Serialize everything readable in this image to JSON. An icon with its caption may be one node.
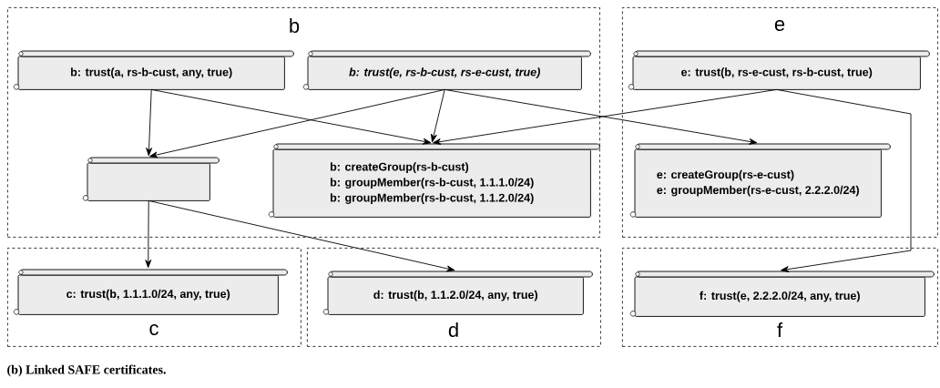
{
  "diagram": {
    "caption": "(b) Linked SAFE certificates.",
    "nodes": [
      {
        "text": [
          "b"
        ]
      },
      {
        "text": [
          "b: trust(a, rs-b-cust, any, true)"
        ],
        "in": 0
      },
      {
        "text": [
          "b: trust(e, rs-b-cust, rs-e-cust, true)"
        ],
        "in": 0
      },
      {
        "text": [],
        "shape": "scroll",
        "in": 0
      },
      {
        "text": [
          "b: createGroup(rs-b-cust)",
          "b: groupMember(rs-b-cust, 1.1.1.0/24)",
          "b: groupMember(rs-b-cust, 1.1.2.0/24)"
        ],
        "in": 0
      },
      {
        "text": [
          "e"
        ]
      },
      {
        "text": [
          "e: trust(b, rs-e-cust, rs-b-cust, true)"
        ],
        "in": 5
      },
      {
        "text": [
          "e: createGroup(rs-e-cust)",
          "e: groupMember(rs-e-cust, 2.2.2.0/24)"
        ],
        "in": 5
      },
      {
        "text": [
          "c"
        ]
      },
      {
        "text": [
          "c: trust(b, 1.1.1.0/24, any, true)"
        ],
        "in": 8
      },
      {
        "text": [
          "d"
        ]
      },
      {
        "text": [
          "d: trust(b, 1.1.2.0/24, any, true)"
        ],
        "in": 10
      },
      {
        "text": [
          "f"
        ]
      },
      {
        "text": [
          "f: trust(e, 2.2.2.0/24, any, true)"
        ],
        "in": 12
      }
    ],
    "edges": [
      {
        "from": 1,
        "to": 3,
        "arrow": "to"
      },
      {
        "from": 1,
        "to": 4,
        "arrow": "to"
      },
      {
        "from": 2,
        "to": 3,
        "arrow": "to"
      },
      {
        "from": 2,
        "to": 4,
        "arrow": "to"
      },
      {
        "from": 2,
        "to": 7,
        "arrow": "to"
      },
      {
        "from": 6,
        "to": 4,
        "arrow": "to"
      },
      {
        "from": 6,
        "to": 13,
        "arrow": "to"
      },
      {
        "from": 3,
        "to": 9,
        "arrow": "to"
      },
      {
        "from": 3,
        "to": 11,
        "arrow": "to"
      }
    ]
  }
}
